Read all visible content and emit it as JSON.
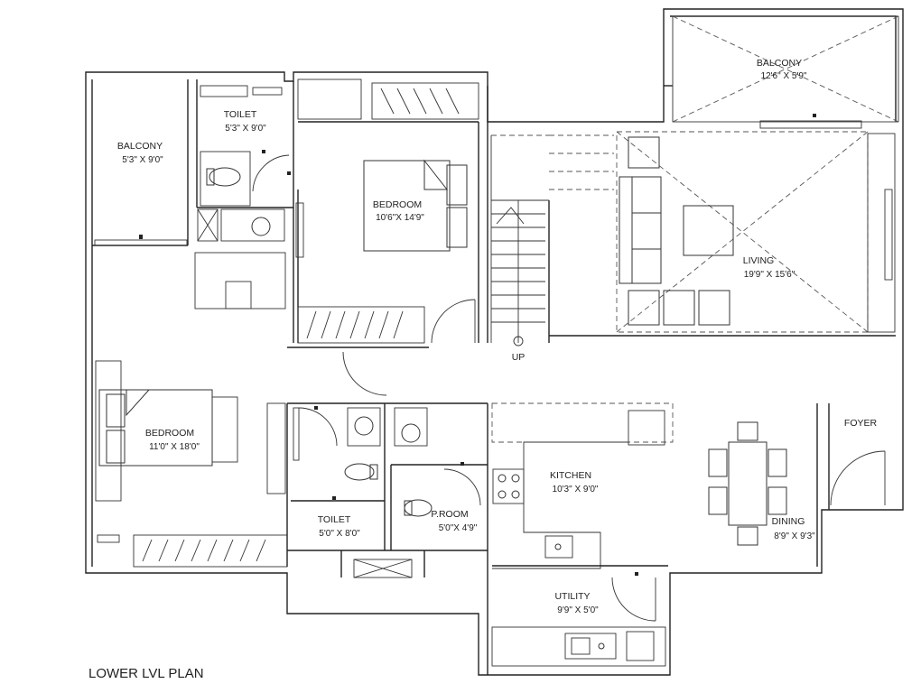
{
  "plan_title": "LOWER LVL PLAN",
  "rooms": {
    "balcony_top": {
      "name": "BALCONY",
      "size": "12'6\" X 5'9\""
    },
    "balcony_left": {
      "name": "BALCONY",
      "size": "5'3\" X 9'0\""
    },
    "toilet_top": {
      "name": "TOILET",
      "size": "5'3\" X 9'0\""
    },
    "bedroom_top": {
      "name": "BEDROOM",
      "size": "10'6\"X 14'9\""
    },
    "living": {
      "name": "LIVING",
      "size": "19'9\" X 15'6\""
    },
    "bedroom_left": {
      "name": "BEDROOM",
      "size": "11'0\" X 18'0\""
    },
    "toilet_bottom": {
      "name": "TOILET",
      "size": "5'0\" X 8'0\""
    },
    "powder_room": {
      "name": "P.ROOM",
      "size": "5'0\"X 4'9\""
    },
    "kitchen": {
      "name": "KITCHEN",
      "size": "10'3\" X 9'0\""
    },
    "dining": {
      "name": "DINING",
      "size": "8'9\" X 9'3\""
    },
    "foyer": {
      "name": "FOYER"
    },
    "utility": {
      "name": "UTILITY",
      "size": "9'9\" X 5'0\""
    }
  },
  "stair_label": "UP"
}
